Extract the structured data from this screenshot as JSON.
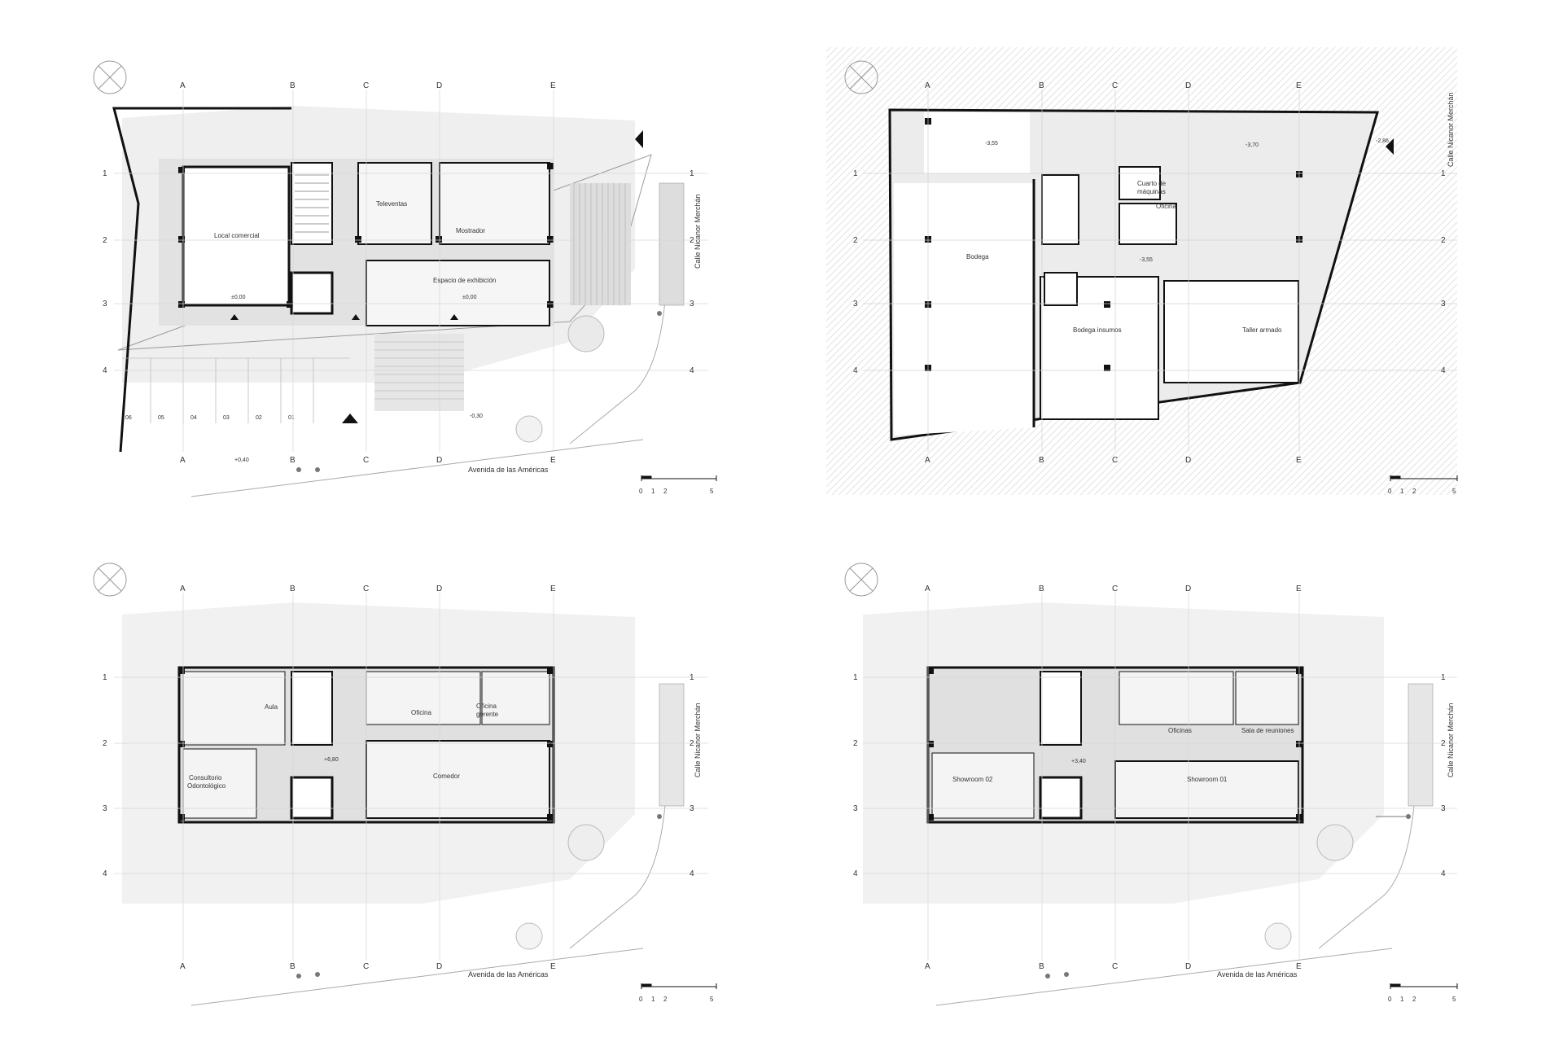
{
  "grid_columns": [
    "A",
    "B",
    "C",
    "D",
    "E"
  ],
  "grid_rows": [
    "1",
    "2",
    "3",
    "4"
  ],
  "scale_numbers": [
    "0",
    "1",
    "2",
    "5"
  ],
  "colors": {
    "wall": "#111111",
    "gray_fill": "#e6e6e6",
    "hatch": "#f1f1f1",
    "line": "#9a9a9a",
    "page": "#ffffff"
  },
  "icons": [
    "north-arrow-icon",
    "entrance-arrow-icon",
    "tree-icon",
    "column-icon"
  ],
  "plans": [
    {
      "id": "ground",
      "street_bottom": "Avenida de las Américas",
      "street_right": "Calle Nicanor Merchán",
      "rooms": [
        {
          "label": "Local comercial"
        },
        {
          "label": "Televentas"
        },
        {
          "label": "Mostrador"
        },
        {
          "label": "Espacio de exhibición"
        }
      ],
      "levels": [
        "±0,00",
        "±0,00",
        "-0,30",
        "+0,40"
      ],
      "parking": [
        "06",
        "05",
        "04",
        "03",
        "02",
        "01"
      ]
    },
    {
      "id": "basement",
      "street_right": "Calle Nicanor Merchán",
      "rooms": [
        {
          "label": "Bodega"
        },
        {
          "label": "Cuarto de"
        },
        {
          "label": "máquinas"
        },
        {
          "label": "Oficina"
        },
        {
          "label": "Bodega insumos"
        },
        {
          "label": "Taller armado"
        }
      ],
      "levels": [
        "-3,55",
        "-3,70",
        "-2,86",
        "-3,55"
      ]
    },
    {
      "id": "first",
      "street_bottom": "Avenida de las Américas",
      "street_right": "Calle Nicanor Merchán",
      "rooms": [
        {
          "label": "Aula"
        },
        {
          "label": "Oficina"
        },
        {
          "label": "Oficina"
        },
        {
          "label": "gerente"
        },
        {
          "label": "Consultorio"
        },
        {
          "label": "Odontológico"
        },
        {
          "label": "Comedor"
        }
      ],
      "levels": [
        "+6,80"
      ]
    },
    {
      "id": "second",
      "street_bottom": "Avenida de las Américas",
      "street_right": "Calle Nicanor Merchán",
      "rooms": [
        {
          "label": "Oficinas"
        },
        {
          "label": "Sala de reuniones"
        },
        {
          "label": "Showroom 02"
        },
        {
          "label": "Showroom 01"
        }
      ],
      "levels": [
        "+3,40"
      ]
    }
  ]
}
